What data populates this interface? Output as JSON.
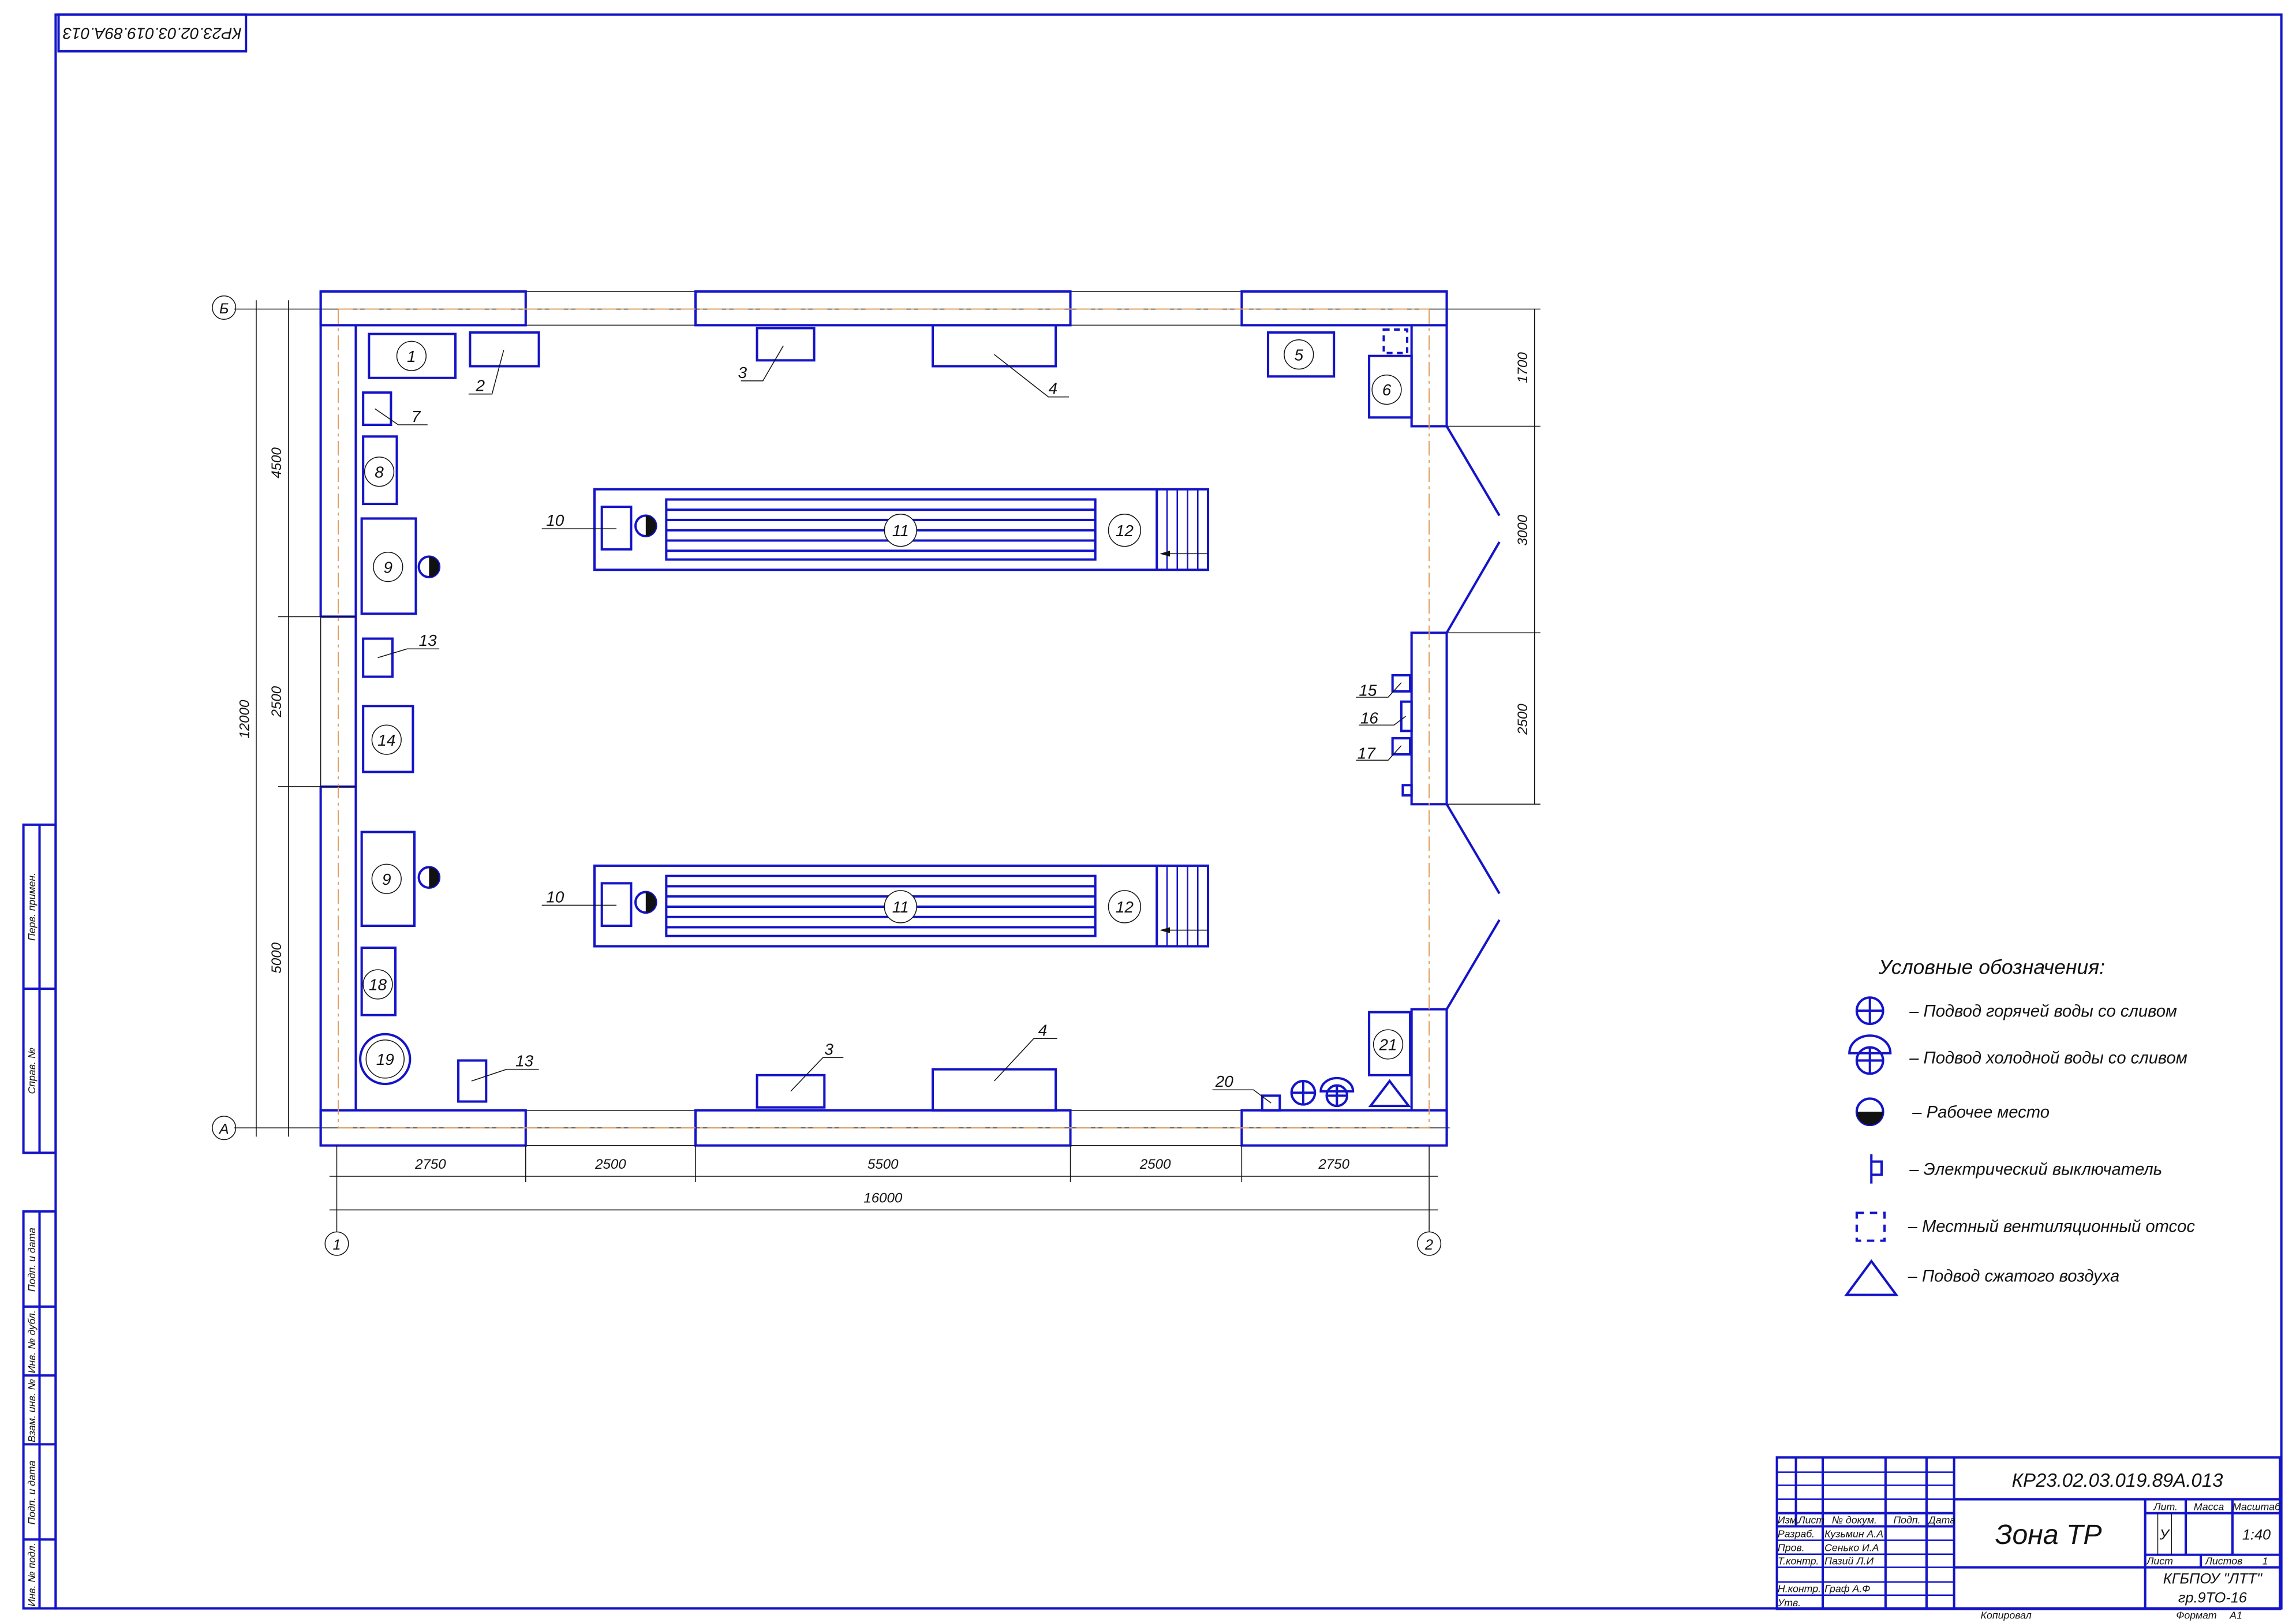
{
  "stamp_top": "КР23.02.03.019.89А.013",
  "side_stamp": [
    "Перв. примен.",
    "Справ. №",
    "Подп. и дата",
    "Инв. № дубл.",
    "Взам. инв. №",
    "Подп. и дата",
    "Инв. № подл."
  ],
  "plan": {
    "axes": {
      "a": "А",
      "b": "Б",
      "one": "1",
      "two": "2"
    },
    "dims_left": {
      "total": "12000",
      "d1": "4500",
      "d2": "2500",
      "d3": "5000"
    },
    "dims_right": [
      "1700",
      "3000",
      "2500"
    ],
    "dims_bottom": [
      "2750",
      "2500",
      "5500",
      "2500",
      "2750"
    ],
    "dims_total": "16000",
    "labels": [
      "1",
      "2",
      "3",
      "4",
      "5",
      "6",
      "7",
      "8",
      "9",
      "10",
      "11",
      "12",
      "13",
      "14",
      "15",
      "16",
      "17",
      "18",
      "19",
      "20",
      "21"
    ]
  },
  "legend": {
    "title": "Условные обозначения:",
    "items": [
      {
        "icon": "hot-water-icon",
        "text": "– Подвод горячей воды со сливом"
      },
      {
        "icon": "cold-water-icon",
        "text": "– Подвод холодной воды со сливом"
      },
      {
        "icon": "workplace-icon",
        "text": "– Рабочее место"
      },
      {
        "icon": "electric-switch-icon",
        "text": "– Электрический выключатель"
      },
      {
        "icon": "ventilation-icon",
        "text": "– Местный вентиляционный отсос"
      },
      {
        "icon": "compressed-air-icon",
        "text": "– Подвод сжатого воздуха"
      }
    ]
  },
  "title_block": {
    "designation": "КР23.02.03.019.89А.013",
    "name": "Зона ТР",
    "headers": {
      "izm": "Изм.",
      "list": "Лист",
      "doc": "№ докум.",
      "sign": "Подп.",
      "date": "Дата"
    },
    "roles": [
      {
        "role": "Разраб.",
        "name": "Кузьмин А.А"
      },
      {
        "role": "Пров.",
        "name": "Сенько И.А"
      },
      {
        "role": "Т.контр.",
        "name": "Пазий Л.И"
      },
      {
        "role": "",
        "name": ""
      },
      {
        "role": "Н.контр.",
        "name": "Граф А.Ф"
      },
      {
        "role": "Утв.",
        "name": ""
      }
    ],
    "lit_label": "Лит.",
    "mass_label": "Масса",
    "scale_label": "Масштаб",
    "lit_value": "У",
    "scale_value": "1:40",
    "sheet_label": "Лист",
    "sheets_label": "Листов",
    "sheets_value": "1",
    "org": "КГБПОУ \"ЛТТ\"",
    "group": "гр.9ТО-16",
    "copied": "Копировал",
    "format_label": "Формат",
    "format_value": "А1"
  },
  "colors": {
    "lines": "#1414c8",
    "axis": "#e0a060"
  }
}
